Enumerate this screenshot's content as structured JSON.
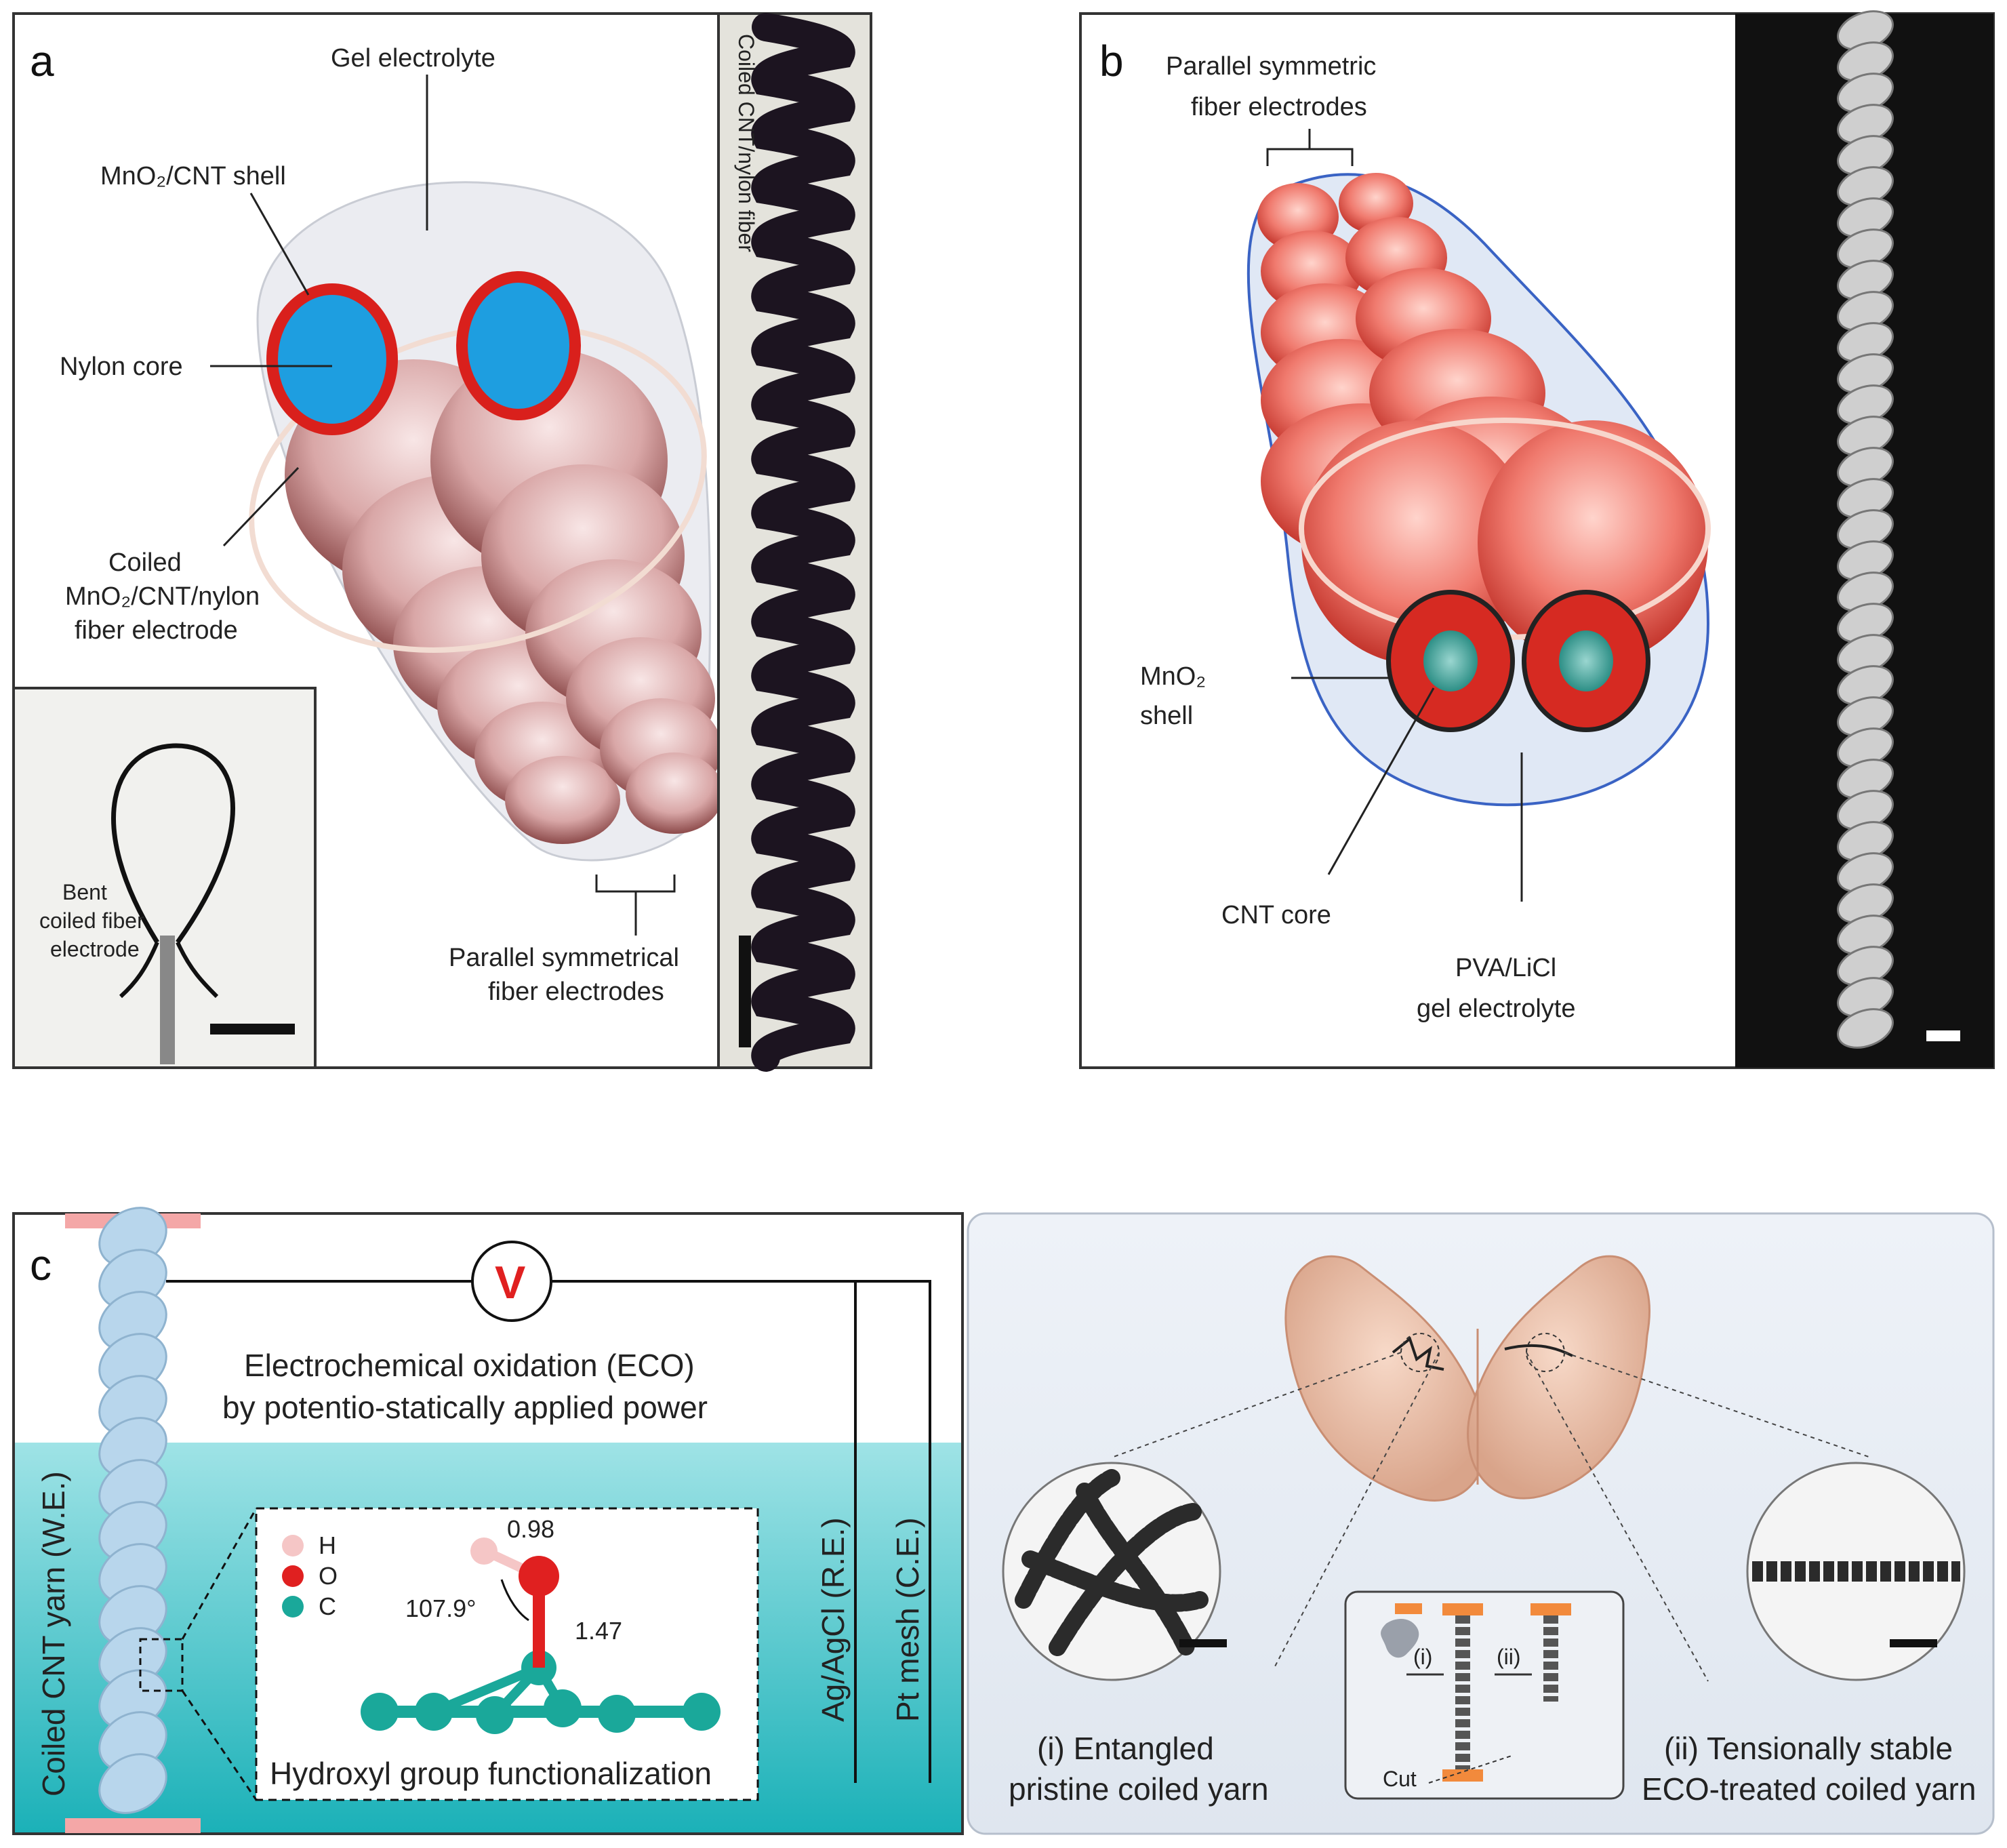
{
  "panel_a": {
    "letter": "a",
    "gel_electrolyte": "Gel electrolyte",
    "shell": "MnO₂/CNT shell",
    "nylon_core": "Nylon core",
    "coiled_line1": "Coiled",
    "coiled_line2": "MnO₂/CNT/nylon",
    "coiled_line3": "fiber electrode",
    "parallel_line1": "Parallel symmetrical",
    "parallel_line2": "fiber electrodes",
    "photo_label": "Coiled CNT/nylon fiber",
    "inset_line1": "Bent",
    "inset_line2": "coiled fiber",
    "inset_line3": "electrode"
  },
  "panel_b": {
    "letter": "b",
    "parallel_line1": "Parallel symmetric",
    "parallel_line2": "fiber electrodes",
    "shell_line1": "MnO₂",
    "shell_line2": "shell",
    "core": "CNT core",
    "gel_line1": "PVA/LiCl",
    "gel_line2": "gel electrolyte"
  },
  "panel_c": {
    "letter": "c",
    "voltmeter": "V",
    "eco_line1": "Electrochemical oxidation (ECO)",
    "eco_line2": "by potentio-statically applied power",
    "we_label": "Coiled CNT yarn (W.E.)",
    "re_label": "Ag/AgCl (R.E.)",
    "ce_label": "Pt mesh (C.E.)",
    "legend_h": "H",
    "legend_o": "O",
    "legend_c": "C",
    "bond_oh": "0.98",
    "bond_co": "1.47",
    "angle": "107.9°",
    "mol_caption": "Hydroxyl group functionalization"
  },
  "panel_d": {
    "left_line1": "(i) Entangled",
    "left_line2": "pristine coiled yarn",
    "right_line1": "(ii) Tensionally stable",
    "right_line2": "ECO-treated coiled yarn",
    "inset_i": "(i)",
    "inset_ii": "(ii)",
    "inset_cut": "Cut"
  },
  "colors": {
    "nylon_blue": "#1e9ee0",
    "shell_red": "#d9201c",
    "electrolyte_teal": "#2fc1c8",
    "yarn_light_blue": "#b8d6ec",
    "oxygen_red": "#e02020",
    "carbon_teal": "#1aa89a",
    "hydrogen_pink": "#f5c6c6",
    "clamp_orange": "#f28a3c"
  }
}
